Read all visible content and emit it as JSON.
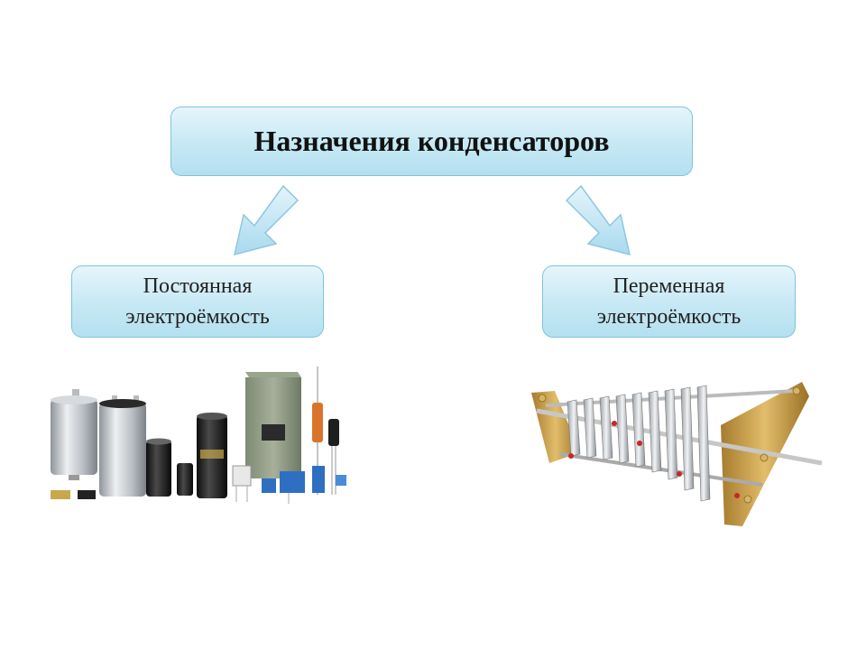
{
  "title": "Назначения конденсаторов",
  "branches": [
    {
      "line1": "Постоянная",
      "line2": "электроёмкость"
    },
    {
      "line1": "Переменная",
      "line2": "электроёмкость"
    }
  ],
  "colors": {
    "box_top": "#e6f5fb",
    "box_bottom": "#b4e0f0",
    "box_border": "#7fc4dc",
    "arrow_fill": "#bfe4f3"
  }
}
